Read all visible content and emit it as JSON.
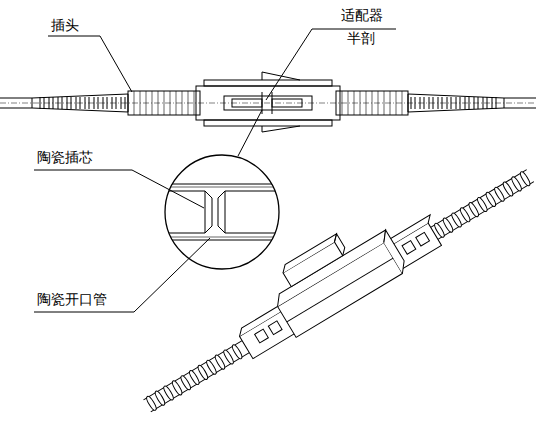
{
  "diagram": {
    "labels": [
      "插头",
      "适配器",
      "半剖",
      "陶瓷插芯",
      "陶瓷开口管"
    ]
  }
}
